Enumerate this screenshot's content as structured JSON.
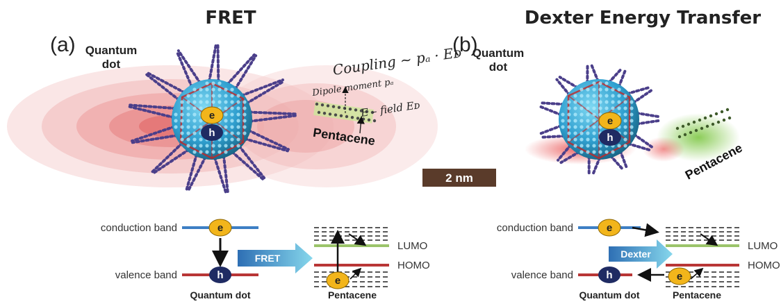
{
  "titles": {
    "left": "FRET",
    "right": "Dexter Energy Transfer"
  },
  "panels": {
    "a": "(a)",
    "b": "(b)"
  },
  "labels": {
    "quantum_dot_line1": "Quantum",
    "quantum_dot_line2": "dot",
    "pentacene": "Pentacene",
    "electron": "e",
    "hole": "h",
    "scale_bar": "2 nm"
  },
  "equations": {
    "coupling": "Coupling ~ pₐ · Eᴅ",
    "dipole": "Dipole moment pₐ",
    "efield": "E – field Eᴅ"
  },
  "energy_diagram": {
    "conduction_band": "conduction band",
    "valence_band": "valence band",
    "lumo": "LUMO",
    "homo": "HOMO",
    "quantum_dot": "Quantum dot",
    "pentacene": "Pentacene",
    "fret_arrow": "FRET",
    "dexter_arrow": "Dexter"
  },
  "colors": {
    "conduction": "#3d7fc4",
    "valence": "#b93636",
    "lumo": "#9bc46a",
    "homo": "#b93636",
    "electron": "#f2b51b",
    "hole": "#1f2b63",
    "arrow_start": "#2e6fb4",
    "arrow_end": "#7fd3e8",
    "scale_bar": "#5a3b2a"
  }
}
